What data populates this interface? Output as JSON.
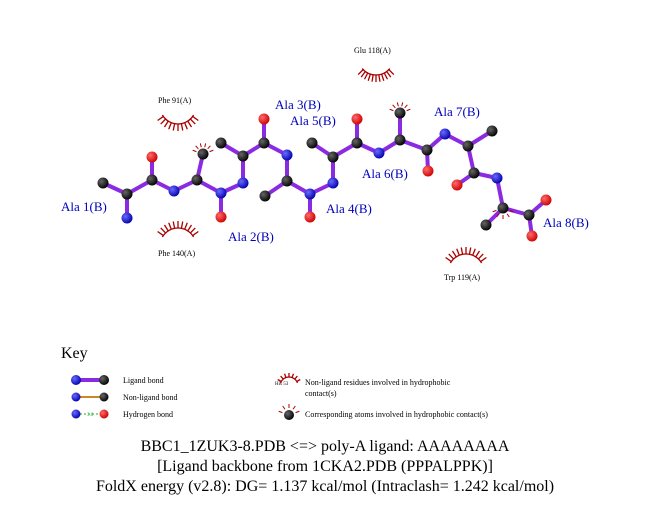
{
  "diagram": {
    "residue_labels": {
      "ala1": "Ala 1(B)",
      "ala2": "Ala 2(B)",
      "ala3": "Ala 3(B)",
      "ala4": "Ala 4(B)",
      "ala5": "Ala 5(B)",
      "ala6": "Ala 6(B)",
      "ala7": "Ala 7(B)",
      "ala8": "Ala 8(B)"
    },
    "hydrophobic_residues": {
      "glu118": "Glu 118(A)",
      "phe91": "Phe 91(A)",
      "phe140": "Phe 140(A)",
      "trp119": "Trp 119(A)"
    },
    "colors": {
      "ligand_bond": "#8a2be2",
      "non_ligand_bond": "#cc8822",
      "hbond": "#22aa22",
      "carbon": "#000000",
      "nitrogen": "#0000cc",
      "oxygen": "#dd0000",
      "hydrophobic": "#aa0000",
      "residue_label": "#0000bb"
    }
  },
  "key": {
    "title": "Key",
    "ligand_bond": "Ligand bond",
    "non_ligand_bond": "Non-ligand bond",
    "hydrogen_bond": "Hydrogen bond",
    "hbond_distance": "3.0",
    "sample_residue": "His 53",
    "non_ligand_residues": "Non-ligand residues involved in hydrophobic",
    "non_ligand_residues_2": "contact(s)",
    "corresponding_atoms": "Corresponding atoms involved in hydrophobic contact(s)"
  },
  "caption": {
    "line1": "BBC1_1ZUK3-8.PDB <=> poly-A ligand: AAAAAAAA",
    "line2": "[Ligand backbone from 1CKA2.PDB (PPPALPPK)]",
    "line3": "FoldX energy (v2.8): DG= 1.137 kcal/mol (Intraclash= 1.242 kcal/mol)"
  }
}
